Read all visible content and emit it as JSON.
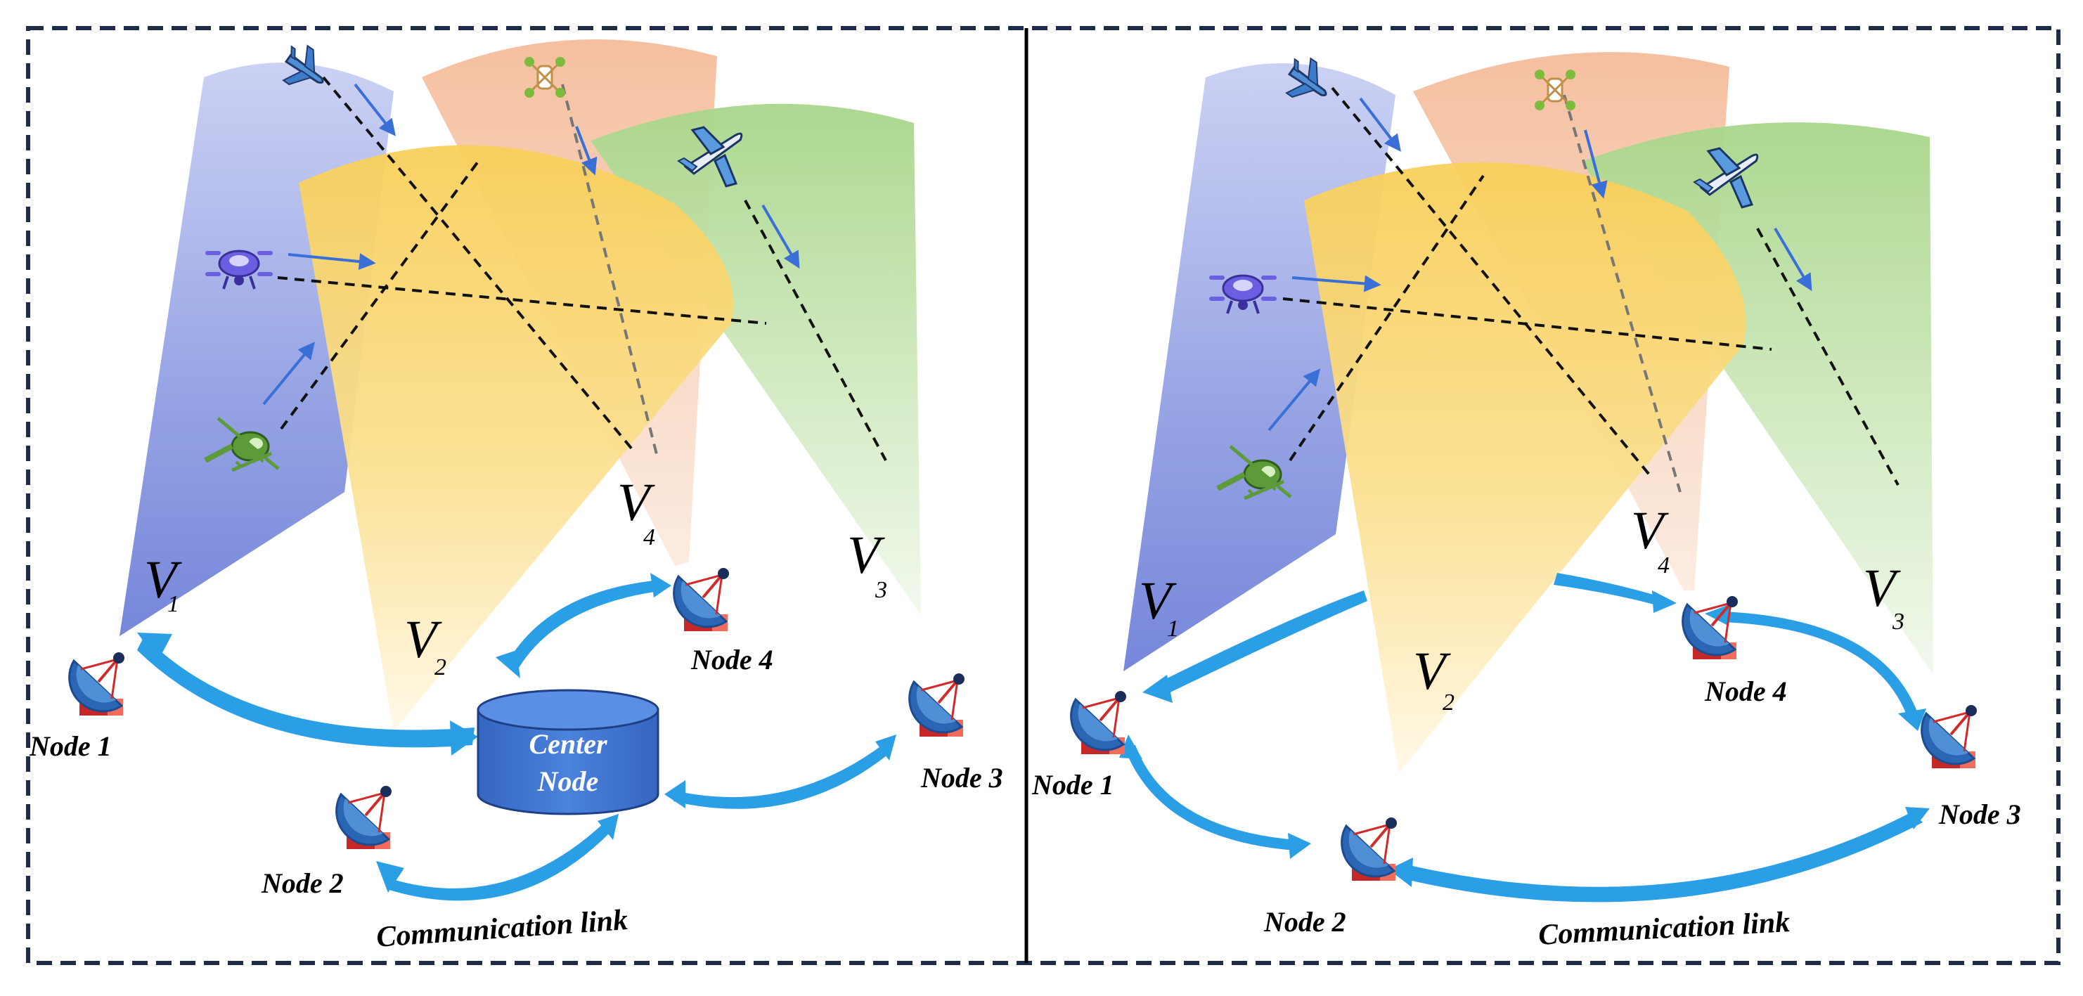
{
  "colors": {
    "frame": "#1f2d4a",
    "cone_v1": "#7f8fdc",
    "cone_v4": "#f2b08a",
    "cone_v3": "#9fd07c",
    "cone_v2": "#f7d060",
    "link": "#2b9fe6",
    "aircraft_arrow": "#3b6fd8",
    "center_node": "#3d74cf",
    "dish_body": "#2a66b3",
    "dish_base": "#d12a2a"
  },
  "left_panel": {
    "nodes": {
      "n1": "Node 1",
      "n2": "Node 2",
      "n3": "Node 3",
      "n4": "Node 4"
    },
    "center_node": {
      "line1": "Center",
      "line2": "Node"
    },
    "link_label": "Communication link",
    "view_labels": {
      "v1": "V",
      "v1_sub": "1",
      "v2": "V",
      "v2_sub": "2",
      "v3": "V",
      "v3_sub": "3",
      "v4": "V",
      "v4_sub": "4"
    }
  },
  "right_panel": {
    "nodes": {
      "n1": "Node 1",
      "n2": "Node 2",
      "n3": "Node 3",
      "n4": "Node 4"
    },
    "link_label": "Communication link",
    "view_labels": {
      "v1": "V",
      "v1_sub": "1",
      "v2": "V",
      "v2_sub": "2",
      "v3": "V",
      "v3_sub": "3",
      "v4": "V",
      "v4_sub": "4"
    }
  },
  "icons": [
    "satellite-dish-icon",
    "airplane-icon",
    "quadcopter-icon",
    "drone-icon",
    "helicopter-icon",
    "airliner-icon"
  ]
}
